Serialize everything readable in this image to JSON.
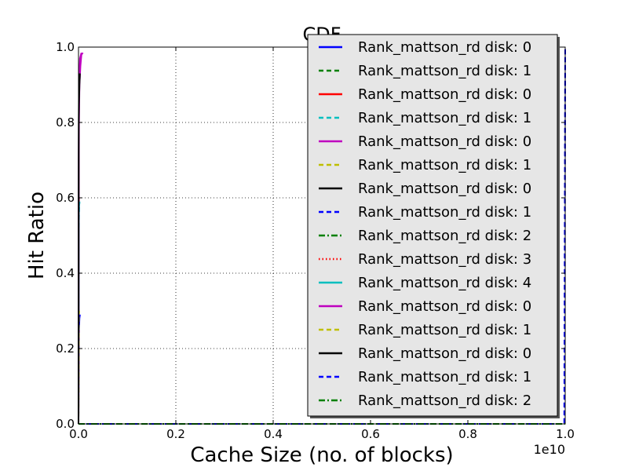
{
  "chart_data": {
    "type": "line",
    "title": "CDF",
    "xlabel": "Cache Size (no. of blocks)",
    "ylabel": "Hit Ratio",
    "x_offset_label": "1e10",
    "xlim": [
      0,
      1.0
    ],
    "ylim": [
      0,
      1.0
    ],
    "xticks": [
      "0.0",
      "0.2",
      "0.4",
      "0.6",
      "0.8",
      "1.0"
    ],
    "yticks": [
      "0.0",
      "0.2",
      "0.4",
      "0.6",
      "0.8",
      "1.0"
    ],
    "grid": true,
    "legend_position": "top-right",
    "series": [
      {
        "name": "Rank_mattson_rd disk: 0",
        "color": "#0000ff",
        "style": "solid",
        "x": [
          0,
          0.0005,
          0.001,
          0.002,
          0.003
        ],
        "y": [
          0,
          0.18,
          0.25,
          0.28,
          0.29
        ]
      },
      {
        "name": "Rank_mattson_rd disk: 1",
        "color": "#008000",
        "style": "dashed",
        "x": [
          0,
          0.02,
          0.5,
          1.0
        ],
        "y": [
          0,
          0.0,
          0.0,
          0.0
        ]
      },
      {
        "name": "Rank_mattson_rd disk: 0",
        "color": "#ff0000",
        "style": "solid",
        "x": [
          0,
          0.0005,
          0.001
        ],
        "y": [
          0,
          0.55,
          0.6
        ]
      },
      {
        "name": "Rank_mattson_rd disk: 1",
        "color": "#00bfbf",
        "style": "dashed",
        "x": [
          0,
          0.0005,
          0.001,
          0.002
        ],
        "y": [
          0,
          0.45,
          0.55,
          0.59
        ]
      },
      {
        "name": "Rank_mattson_rd disk: 0",
        "color": "#bf00bf",
        "style": "solid",
        "x": [
          0,
          0.0005,
          0.001,
          0.002,
          0.004,
          0.006,
          0.009
        ],
        "y": [
          0,
          0.6,
          0.8,
          0.9,
          0.95,
          0.98,
          0.985
        ]
      },
      {
        "name": "Rank_mattson_rd disk: 1",
        "color": "#bfbf00",
        "style": "dashed",
        "x": [
          0,
          0.0005,
          0.001
        ],
        "y": [
          0,
          0.25,
          0.3
        ]
      },
      {
        "name": "Rank_mattson_rd disk: 0",
        "color": "#000000",
        "style": "solid",
        "x": [
          0,
          0.0005,
          0.001,
          0.002,
          0.003
        ],
        "y": [
          0,
          0.7,
          0.85,
          0.9,
          0.93
        ]
      },
      {
        "name": "Rank_mattson_rd disk: 1",
        "color": "#0000ff",
        "style": "dashed",
        "x": [
          0,
          0.05,
          0.5,
          0.998,
          1.0
        ],
        "y": [
          0,
          0.0,
          0.0,
          0.0,
          1.0
        ]
      },
      {
        "name": "Rank_mattson_rd disk: 2",
        "color": "#008000",
        "style": "dashdot",
        "x": [
          0,
          0.2,
          0.6,
          1.0
        ],
        "y": [
          0,
          0.0,
          0.0,
          0.0
        ]
      },
      {
        "name": "Rank_mattson_rd disk: 3",
        "color": "#ff0000",
        "style": "dotted",
        "x": [
          0,
          0.0005,
          0.001
        ],
        "y": [
          0,
          0.2,
          0.25
        ]
      },
      {
        "name": "Rank_mattson_rd disk: 4",
        "color": "#00bfbf",
        "style": "solid",
        "x": [
          0,
          0.0005,
          0.001,
          0.002
        ],
        "y": [
          0,
          0.5,
          0.57,
          0.59
        ]
      },
      {
        "name": "Rank_mattson_rd disk: 0",
        "color": "#bf00bf",
        "style": "solid",
        "x": [
          0,
          0.0005,
          0.001,
          0.003,
          0.006
        ],
        "y": [
          0,
          0.7,
          0.9,
          0.97,
          0.985
        ]
      },
      {
        "name": "Rank_mattson_rd disk: 1",
        "color": "#bfbf00",
        "style": "dashed",
        "x": [
          0,
          0.0005,
          0.001
        ],
        "y": [
          0,
          0.25,
          0.3
        ]
      },
      {
        "name": "Rank_mattson_rd disk: 0",
        "color": "#000000",
        "style": "solid",
        "x": [
          0,
          0.0005,
          0.001,
          0.002
        ],
        "y": [
          0,
          0.8,
          0.9,
          0.93
        ]
      },
      {
        "name": "Rank_mattson_rd disk: 1",
        "color": "#0000ff",
        "style": "dashed",
        "x": [
          0,
          0.1,
          0.5,
          0.999,
          1.0
        ],
        "y": [
          0,
          0.0,
          0.0,
          0.0,
          1.0
        ]
      },
      {
        "name": "Rank_mattson_rd disk: 2",
        "color": "#008000",
        "style": "dashdot",
        "x": [
          0,
          0.3,
          0.7,
          1.0
        ],
        "y": [
          0,
          0.0,
          0.0,
          0.0
        ]
      }
    ]
  }
}
